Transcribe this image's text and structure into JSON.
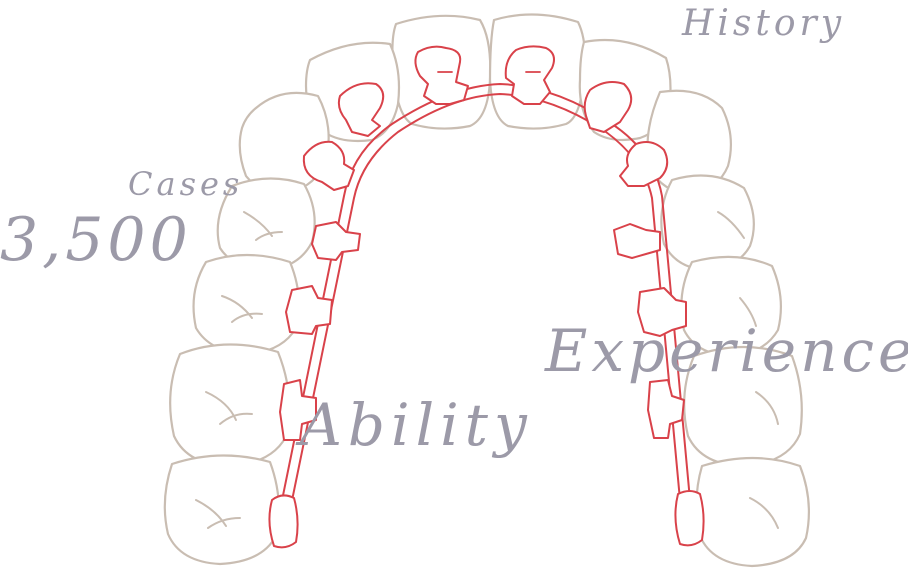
{
  "labels": {
    "history": "History",
    "cases": "Cases",
    "case_count": "3,500",
    "experience": "Experience",
    "ability": "Ability"
  },
  "colors": {
    "tooth_outline": "#c9bdb2",
    "brace_wire": "#d9424a",
    "text": "#9c9aa8",
    "background": "#ffffff"
  },
  "illustration": {
    "subject": "dental-arch-with-lingual-braces-icon"
  }
}
